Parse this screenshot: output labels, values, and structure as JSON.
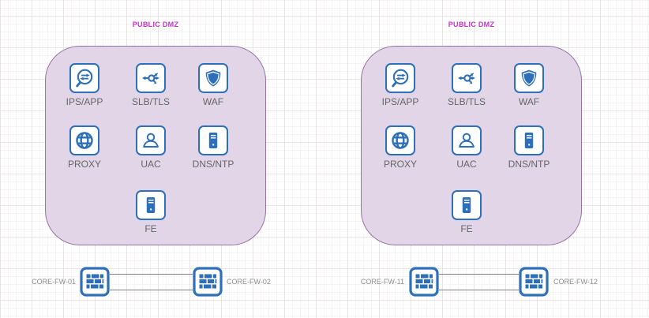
{
  "colors": {
    "zone_fill": "#E1D5E7",
    "zone_stroke": "#9673A6",
    "icon_blue": "#2E6FBA",
    "node_label_gray": "#666666",
    "zone_label_magenta": "#CC33CC",
    "firewall_label_gray": "#8C8C8C",
    "edge_gray": "#808080",
    "grid_minor": "#f6f4f4",
    "grid_major": "#e9e5e5"
  },
  "zones": [
    {
      "label": "PUBLIC DMZ",
      "items": [
        {
          "label": "IPS/APP",
          "icon": "inspect-swap-icon"
        },
        {
          "label": "SLB/TLS",
          "icon": "load-balancer-icon"
        },
        {
          "label": "WAF",
          "icon": "shield-icon"
        },
        {
          "label": "PROXY",
          "icon": "globe-icon"
        },
        {
          "label": "UAC",
          "icon": "user-icon"
        },
        {
          "label": "DNS/NTP",
          "icon": "server-icon"
        },
        {
          "label": "FE",
          "icon": "server-icon"
        }
      ]
    },
    {
      "label": "PUBLIC DMZ",
      "items": [
        {
          "label": "IPS/APP",
          "icon": "inspect-swap-icon"
        },
        {
          "label": "SLB/TLS",
          "icon": "load-balancer-icon"
        },
        {
          "label": "WAF",
          "icon": "shield-icon"
        },
        {
          "label": "PROXY",
          "icon": "globe-icon"
        },
        {
          "label": "UAC",
          "icon": "user-icon"
        },
        {
          "label": "DNS/NTP",
          "icon": "server-icon"
        },
        {
          "label": "FE",
          "icon": "server-icon"
        }
      ]
    }
  ],
  "firewall_pairs": [
    {
      "left_label": "CORE-FW-01",
      "right_label": "CORE-FW-02",
      "icon": "firewall-icon"
    },
    {
      "left_label": "CORE-FW-11",
      "right_label": "CORE-FW-12",
      "icon": "firewall-icon"
    }
  ]
}
